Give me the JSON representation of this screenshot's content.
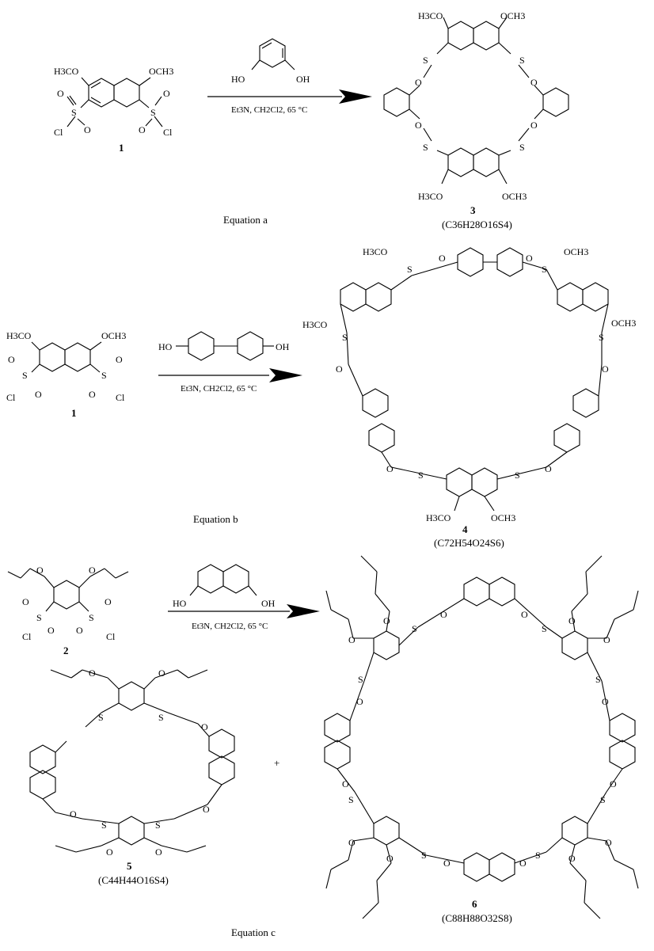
{
  "atoms": {
    "ome_left": "H3CO",
    "ome_right": "OCH3",
    "sulfur": "S",
    "oxygen": "O",
    "chlorine": "Cl",
    "hydroxyl_left": "HO",
    "hydroxyl_right": "OH"
  },
  "equation_a": {
    "reactant_number": "1",
    "conditions": "Et3N, CH2Cl2, 65 °C",
    "product_number": "3",
    "product_formula": "(C36H28O16S4)",
    "caption": "Equation a"
  },
  "equation_b": {
    "reactant_number": "1",
    "conditions": "Et3N, CH2Cl2, 65 °C",
    "product_number": "4",
    "product_formula": "(C72H54O24S6)",
    "caption": "Equation b"
  },
  "equation_c": {
    "reactant_number": "2",
    "conditions": "Et3N, CH2Cl2, 65 °C",
    "plus": "+",
    "product_5_number": "5",
    "product_5_formula": "(C44H44O16S4)",
    "product_6_number": "6",
    "product_6_formula": "(C88H88O32S8)",
    "caption": "Equation c"
  }
}
